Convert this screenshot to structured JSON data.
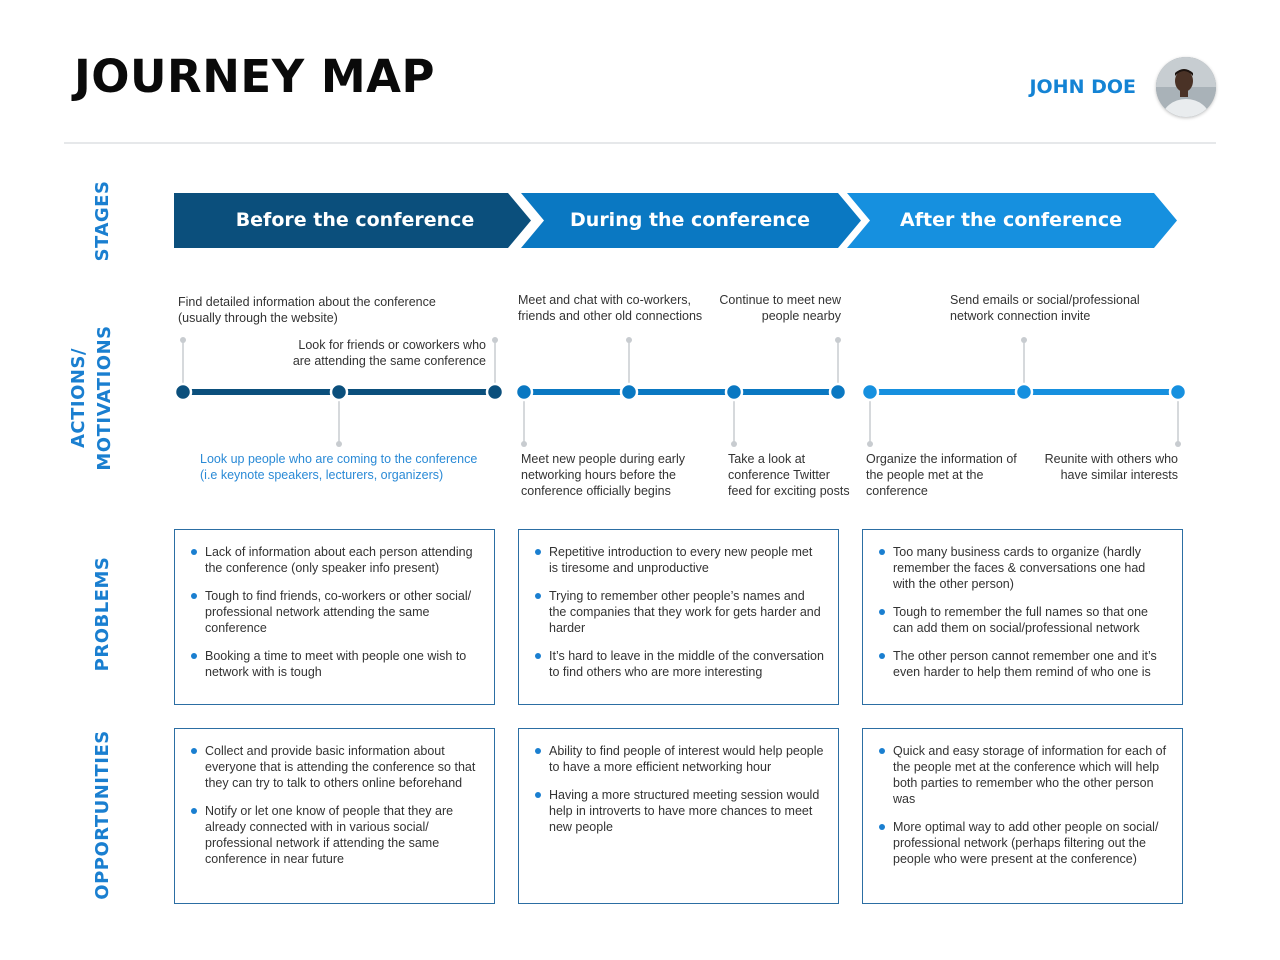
{
  "header": {
    "title": "JOURNEY MAP",
    "user_name": "JOHN DOE"
  },
  "row_labels": {
    "stages": "STAGES",
    "actions": [
      "ACTIONS/",
      "MOTIVATIONS"
    ],
    "problems": "PROBLEMS",
    "opportunities": "OPPORTUNITIES"
  },
  "colors": {
    "stage_1": "#0b4f7c",
    "stage_2": "#0a78c2",
    "stage_3": "#1690df",
    "accent": "#1483d4"
  },
  "stages": [
    "Before the conference",
    "During the conference",
    "After the conference"
  ],
  "actions": {
    "before": [
      "Find detailed information about the conference (usually through the website)",
      "Look for friends or coworkers who are attending the same conference",
      "Look up people who are coming to the conference (i.e keynote speakers, lecturers, organizers)"
    ],
    "during": [
      "Meet and chat with co-workers, friends and other old connections",
      "Continue to meet new people nearby",
      "Meet new people during early networking hours before the conference officially begins",
      "Take a look at conference Twitter feed for exciting posts"
    ],
    "after": [
      "Send emails or social/professional network connection invite",
      "Organize the information of the people met at the conference",
      "Reunite with others who have similar interests"
    ]
  },
  "problems": [
    [
      "Lack of information about each person attending the conference (only speaker info present)",
      "Tough to find friends, co-workers or other social/ professional network attending the same conference",
      "Booking a time to meet with people one wish to network with is tough"
    ],
    [
      "Repetitive introduction to every new people met is tiresome and unproductive",
      "Trying to remember other people’s names and the companies that they work for gets harder and harder",
      "It’s hard to leave in the middle of the conversation to find others who are more interesting"
    ],
    [
      "Too many business cards to organize (hardly remember the faces & conversations one had with the other person)",
      "Tough to remember the full names so that one can add them on social/professional network",
      "The other person cannot remember one and it’s even harder to help them remind of who one is"
    ]
  ],
  "opportunities": [
    [
      "Collect and provide basic information about everyone that is attending the conference so that they can try to talk to others online beforehand",
      "Notify or let one know of people that they are already connected with in various social/ professional network if attending the same conference in near future"
    ],
    [
      "Ability to find people of interest would help people to have a more efficient networking hour",
      "Having a more structured meeting session would help in introverts to have more chances to meet new people"
    ],
    [
      "Quick and easy storage of information for each of the people met at the conference which will help both parties to remember who the other person was",
      "More optimal way to add other people on social/ professional network (perhaps filtering out the people who were present at the conference)"
    ]
  ]
}
